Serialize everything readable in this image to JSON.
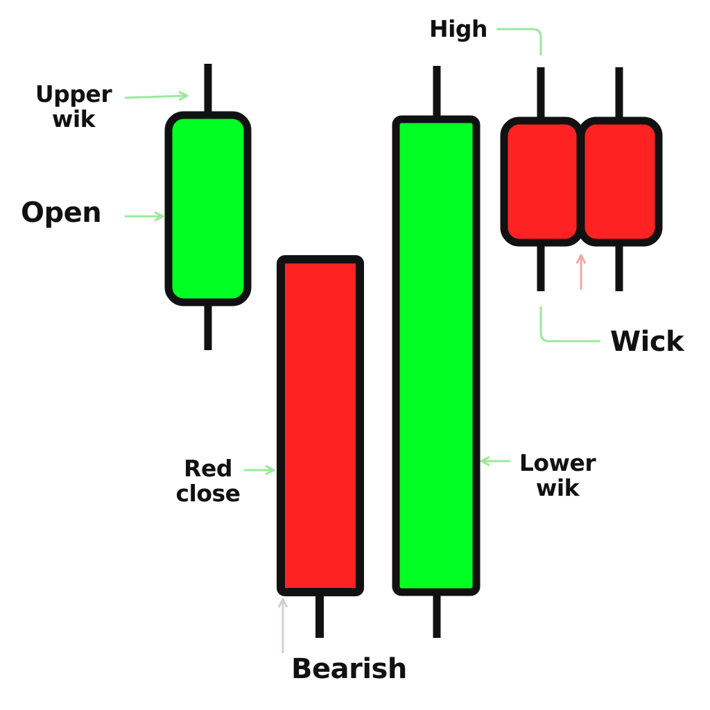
{
  "labels": {
    "upper_wick": {
      "line1": "Upper",
      "line2": "wik"
    },
    "open": "Open",
    "high": "High",
    "wick": "Wick",
    "red_close": {
      "line1": "Red",
      "line2": "close"
    },
    "lower_wick": {
      "line1": "Lower",
      "line2": "wik"
    },
    "bearish": "Bearish"
  },
  "colors": {
    "bullish_fill": "#00ff22",
    "bearish_fill": "#ff2222",
    "outline": "#111111",
    "arrow_green": "#9be89b",
    "arrow_red": "#f2a8a0",
    "arrow_gray": "#d7cccc"
  }
}
